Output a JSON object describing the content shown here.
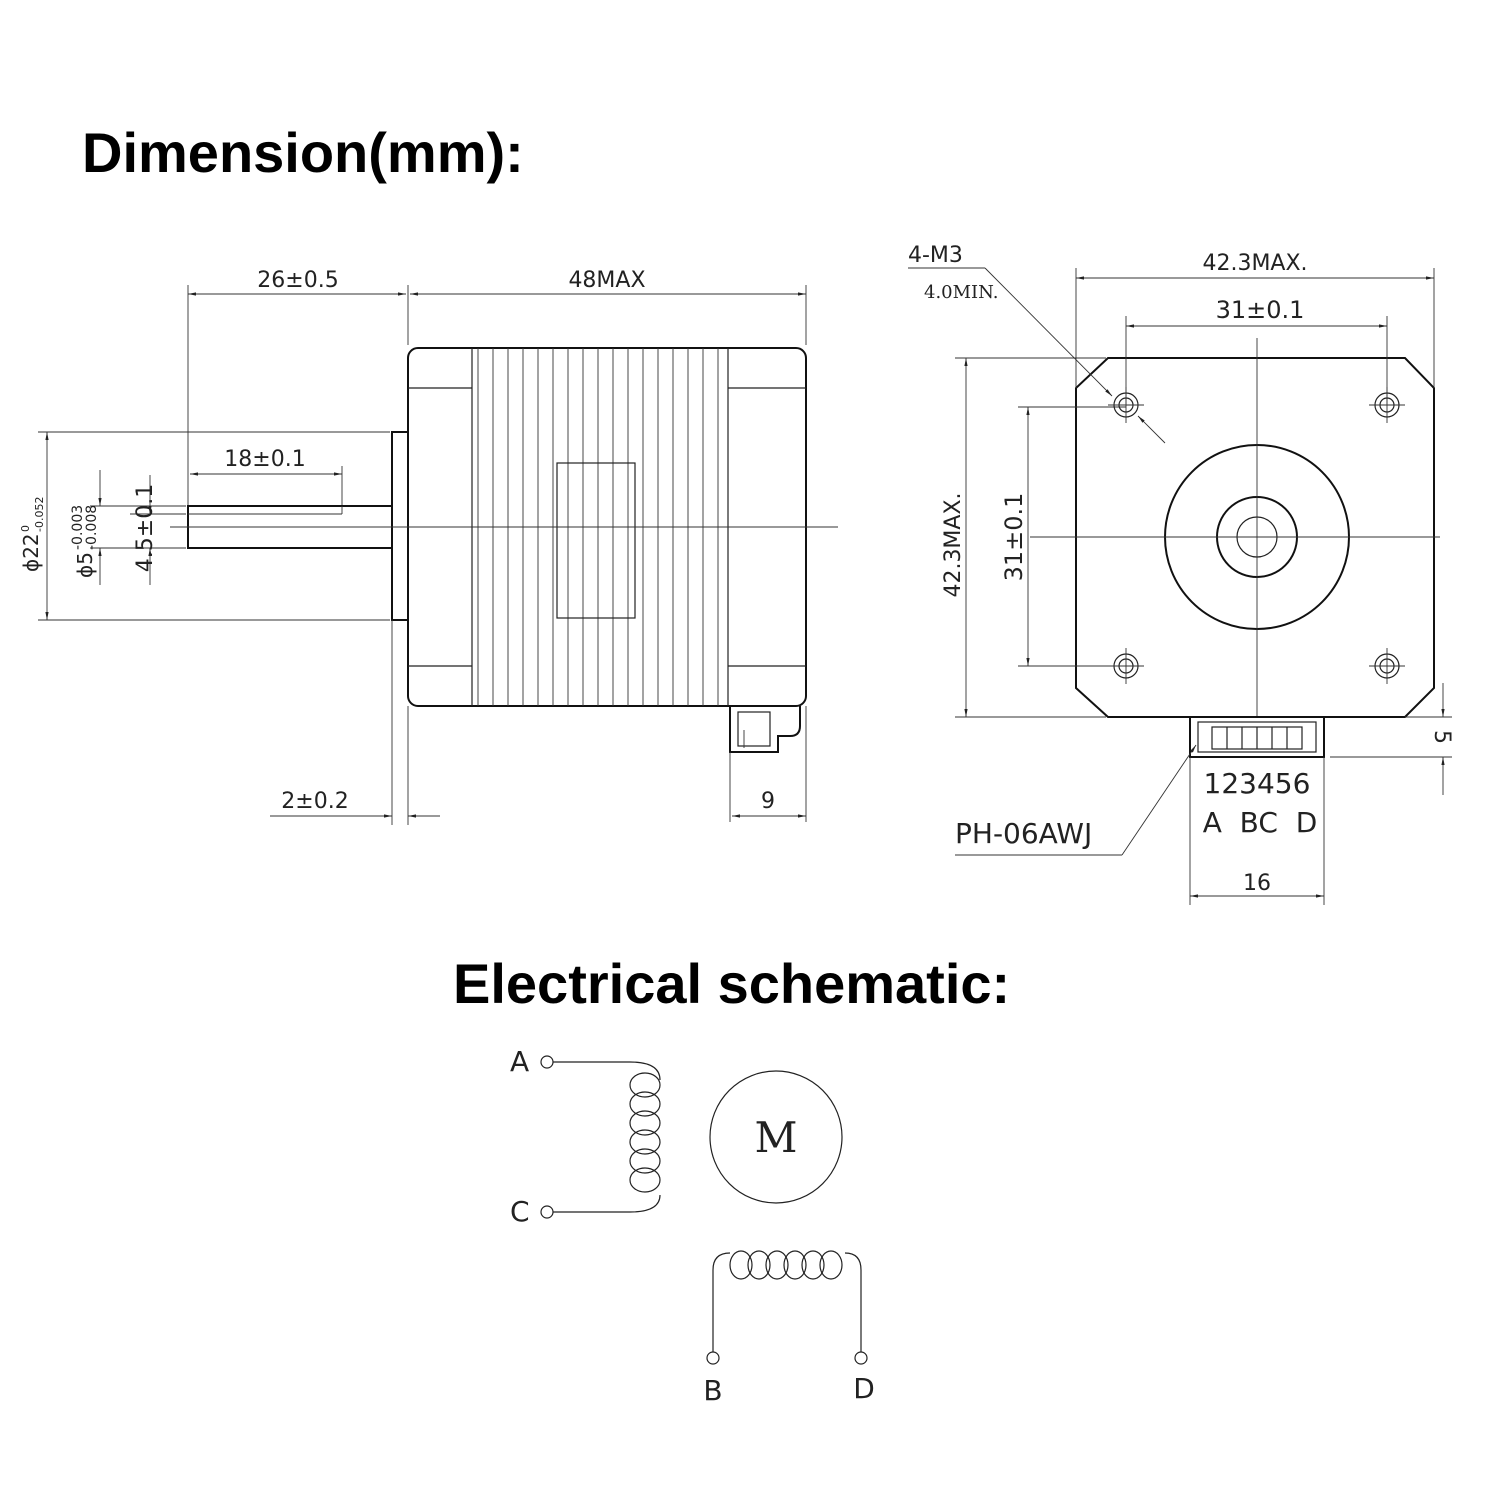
{
  "headings": {
    "dimension": "Dimension(mm):",
    "schematic": "Electrical schematic:"
  },
  "side_view": {
    "shaft_length": "26±0.5",
    "body_length": "48MAX",
    "flat_length": "18±0.1",
    "flange_thickness": "2±0.2",
    "connector_offset": "9",
    "flange_diameter_base": "ϕ22",
    "flange_diameter_upper": "0",
    "flange_diameter_lower": "-0.052",
    "shaft_diameter_base": "ϕ5",
    "shaft_diameter_upper": "-0.003",
    "shaft_diameter_lower": "-0.008",
    "flat_depth": "4.5±0.1"
  },
  "front_view": {
    "screw_spec": "4-M3",
    "screw_depth": "4.0MIN.",
    "width_max": "42.3MAX.",
    "hole_spacing_h": "31±0.1",
    "height_max": "42.3MAX.",
    "hole_spacing_v": "31±0.1",
    "connector_model": "PH-06AWJ",
    "pin_numbers": "123456",
    "pin_letters": "A  BC  D",
    "connector_width": "16",
    "connector_height": "5"
  },
  "schematic": {
    "motor_label": "M",
    "terminal_a": "A",
    "terminal_c": "C",
    "terminal_b": "B",
    "terminal_d": "D"
  }
}
